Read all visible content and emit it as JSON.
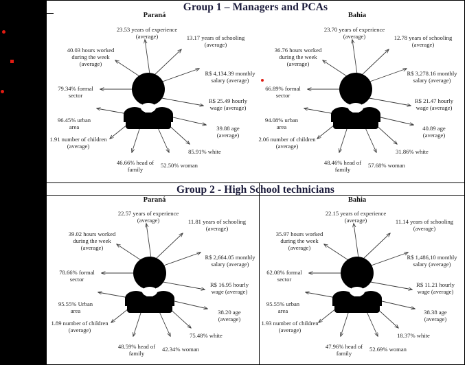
{
  "page": {
    "accent_color": "#1a1a3a",
    "red_marker_color": "#e01b12",
    "figure_color": "#000000"
  },
  "groups": [
    {
      "id": "group-1",
      "title": "Group 1 – Managers and PCAs",
      "regions": [
        {
          "id": "parana-group1",
          "name": "Paraná",
          "metrics": {
            "experience": "23.53 years of experience (average)",
            "schooling": "13.17 years of schooling (average)",
            "hours_worked": "40.03 hours worked during the week (average)",
            "monthly_salary": "R$ 4,134.39 monthly salary (average)",
            "formal_sector": "79.34% formal sector",
            "hourly_wage": "R$ 25.49 hourly wage (average)",
            "urban_area": "96.45% urban area",
            "age": "39.88 age (average)",
            "children": "1.91 number of children (average)",
            "white": "85.91% white",
            "head_of_family": "46.66% head of family",
            "woman": "52.50% woman"
          }
        },
        {
          "id": "bahia-group1",
          "name": "Bahia",
          "metrics": {
            "experience": "23.70 years of experience (average)",
            "schooling": "12.78 years of schooling (average)",
            "hours_worked": "36.76 hours worked during the week (average)",
            "monthly_salary": "R$ 3,278.16 monthly salary (average)",
            "formal_sector": "66.89% formal sector",
            "hourly_wage": "R$ 21.47 hourly wage (average)",
            "urban_area": "94.08% urban area",
            "age": "40.89 age (average)",
            "children": "2.06 number of children (average)",
            "white": "31.86% white",
            "head_of_family": "48.46% head of family",
            "woman": "57.68% woman"
          }
        }
      ]
    },
    {
      "id": "group-2",
      "title": "Group 2 - High School technicians",
      "regions": [
        {
          "id": "parana-group2",
          "name": "Paraná",
          "metrics": {
            "experience": "22.57 years of experience (average)",
            "schooling": "11.81 years of schooling (average)",
            "hours_worked": "39.02 hours worked during the week (average)",
            "monthly_salary": "R$ 2,664.05 monthly salary (average)",
            "formal_sector": "78.66% formal sector",
            "hourly_wage": "R$ 16.95 hourly wage (average)",
            "urban_area": "95.55% Urban area",
            "age": "38.20 age (average)",
            "children": "1.89 number of children (average)",
            "white": "75.48% white",
            "head_of_family": "48.59% head of family",
            "woman": "42.34% woman"
          }
        },
        {
          "id": "bahia-group2",
          "name": "Bahia",
          "metrics": {
            "experience": "22.15 years of experience (average)",
            "schooling": "11.14 years of schooling (average)",
            "hours_worked": "35.97 hours worked during the week (average)",
            "monthly_salary": "R$ 1,486,10 monthly salary (average)",
            "formal_sector": "62.08% formal sector",
            "hourly_wage": "R$ 11.21 hourly wage (average)",
            "urban_area": "95.55% urban area",
            "age": "38.38 age (average)",
            "children": "1.93 number of children (average)",
            "white": "18.37% white",
            "head_of_family": "47.96% head of family",
            "woman": "52.69% woman"
          }
        }
      ]
    }
  ],
  "chart_data": {
    "type": "table",
    "title": "Profile of workers by occupational group and state",
    "categories": [
      "years of experience (average)",
      "years of schooling (average)",
      "hours worked during the week (average)",
      "monthly salary (average)",
      "formal sector",
      "hourly wage (average)",
      "urban area",
      "age (average)",
      "number of children (average)",
      "white",
      "head of family",
      "woman"
    ],
    "series": [
      {
        "name": "Group 1 – Managers and PCAs · Paraná",
        "values": [
          23.53,
          13.17,
          40.03,
          4134.39,
          79.34,
          25.49,
          96.45,
          39.88,
          1.91,
          85.91,
          46.66,
          52.5
        ]
      },
      {
        "name": "Group 1 – Managers and PCAs · Bahia",
        "values": [
          23.7,
          12.78,
          36.76,
          3278.16,
          66.89,
          21.47,
          94.08,
          40.89,
          2.06,
          31.86,
          48.46,
          57.68
        ]
      },
      {
        "name": "Group 2 - High School technicians · Paraná",
        "values": [
          22.57,
          11.81,
          39.02,
          2664.05,
          78.66,
          16.95,
          95.55,
          38.2,
          1.89,
          75.48,
          48.59,
          42.34
        ]
      },
      {
        "name": "Group 2 - High School technicians · Bahia",
        "values": [
          22.15,
          11.14,
          35.97,
          1486.1,
          62.08,
          11.21,
          95.55,
          38.38,
          1.93,
          18.37,
          47.96,
          52.69
        ]
      }
    ],
    "units": [
      "years",
      "years",
      "hours",
      "R$",
      "%",
      "R$",
      "%",
      "years",
      "children",
      "%",
      "%",
      "%"
    ],
    "xlabel": "",
    "ylabel": "",
    "grid": false,
    "legend": "none"
  }
}
